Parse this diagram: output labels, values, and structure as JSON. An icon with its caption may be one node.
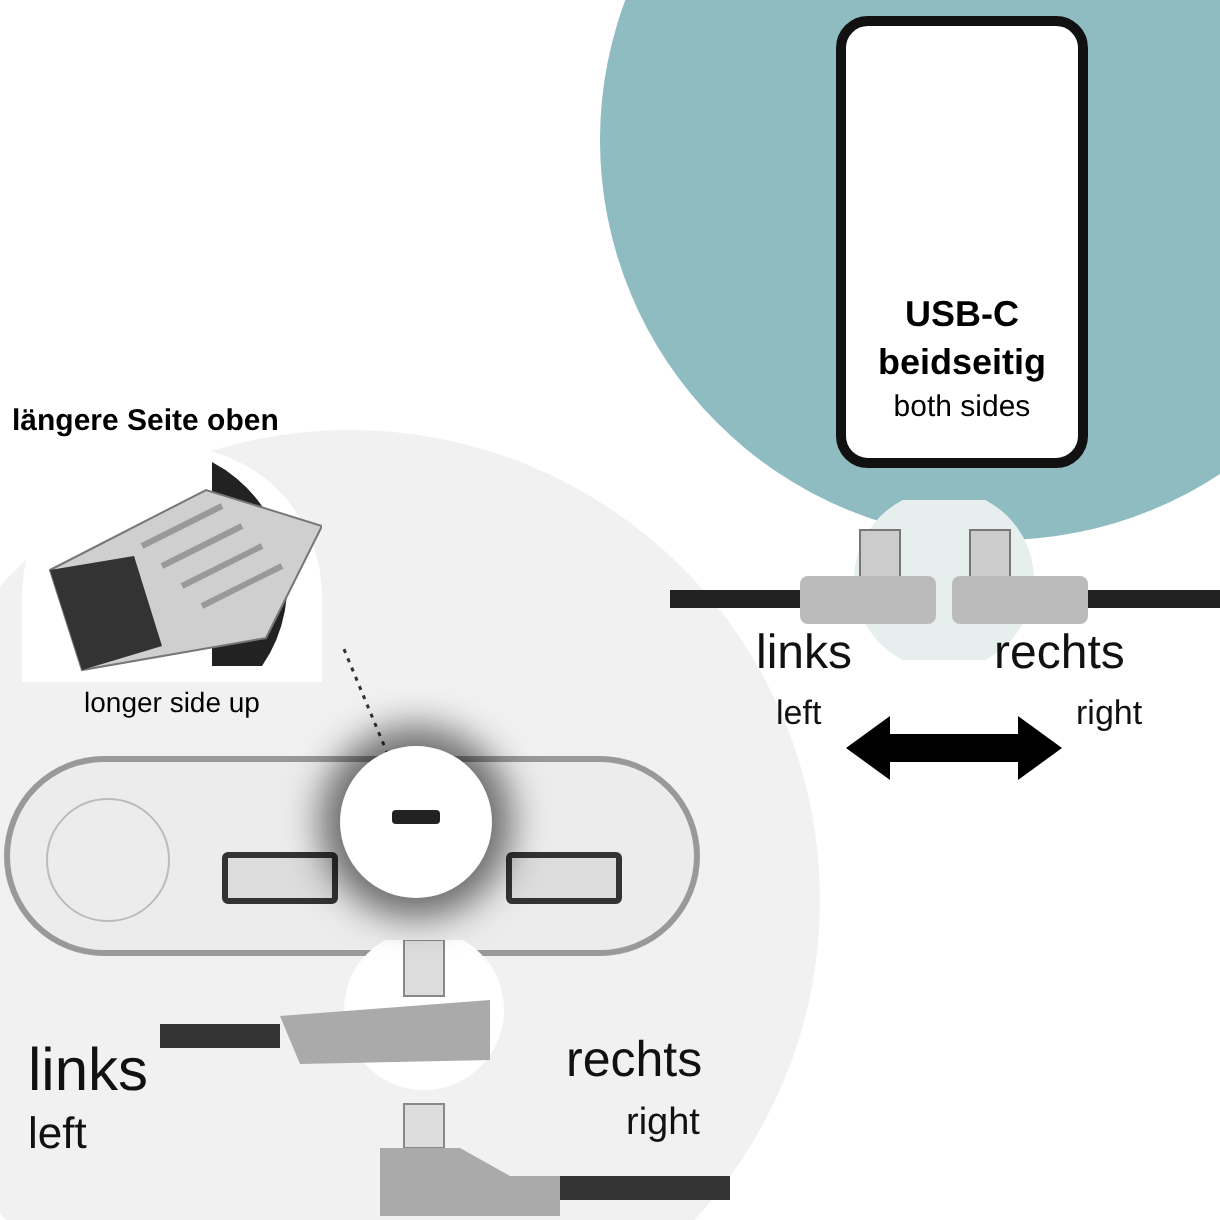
{
  "diagram": {
    "nodes": [
      {
        "text": [
          "USB-C beidseitig",
          "both sides"
        ]
      },
      {
        "text": [
          "längere Seite oben",
          "longer side up"
        ]
      },
      {
        "text": [],
        "shape": "circle"
      }
    ],
    "edges": [
      {
        "from": 1,
        "to": 2,
        "arrow": "none",
        "style": "dashed"
      }
    ],
    "labels": [
      "links",
      "left",
      "rechts",
      "right",
      "links",
      "left",
      "rechts",
      "right"
    ]
  }
}
